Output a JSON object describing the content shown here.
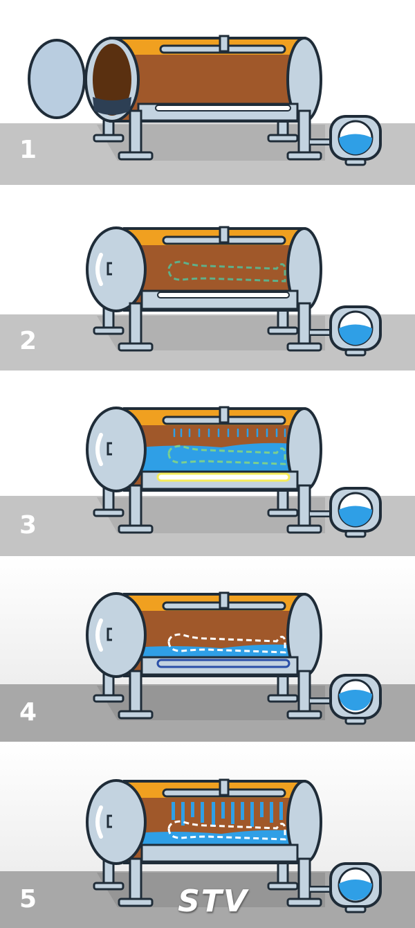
{
  "diagram": {
    "panels": [
      {
        "number": "1",
        "lid": "open",
        "water": "none",
        "body_outline": false,
        "spray": false,
        "heater": "none"
      },
      {
        "number": "2",
        "lid": "closed",
        "water": "none",
        "body_outline": true,
        "spray": false,
        "heater": "none"
      },
      {
        "number": "3",
        "lid": "closed",
        "water": "half",
        "body_outline": true,
        "spray": true,
        "heater": "yellow"
      },
      {
        "number": "4",
        "lid": "closed",
        "water": "low",
        "body_outline": true,
        "spray": false,
        "heater": "blue"
      },
      {
        "number": "5",
        "lid": "closed",
        "water": "low",
        "body_outline": true,
        "spray": "jets",
        "heater": "none"
      }
    ],
    "logo": "STV"
  },
  "colors": {
    "tank_brown": "#a0582a",
    "tank_orange": "#f0a020",
    "steel": "#c3d3e0",
    "steel_dark": "#7f93a4",
    "water": "#2f9fe6",
    "floor": "#c4c4c4",
    "heater_yellow": "#f5ec5a",
    "heater_blue": "#2a4fa8"
  }
}
